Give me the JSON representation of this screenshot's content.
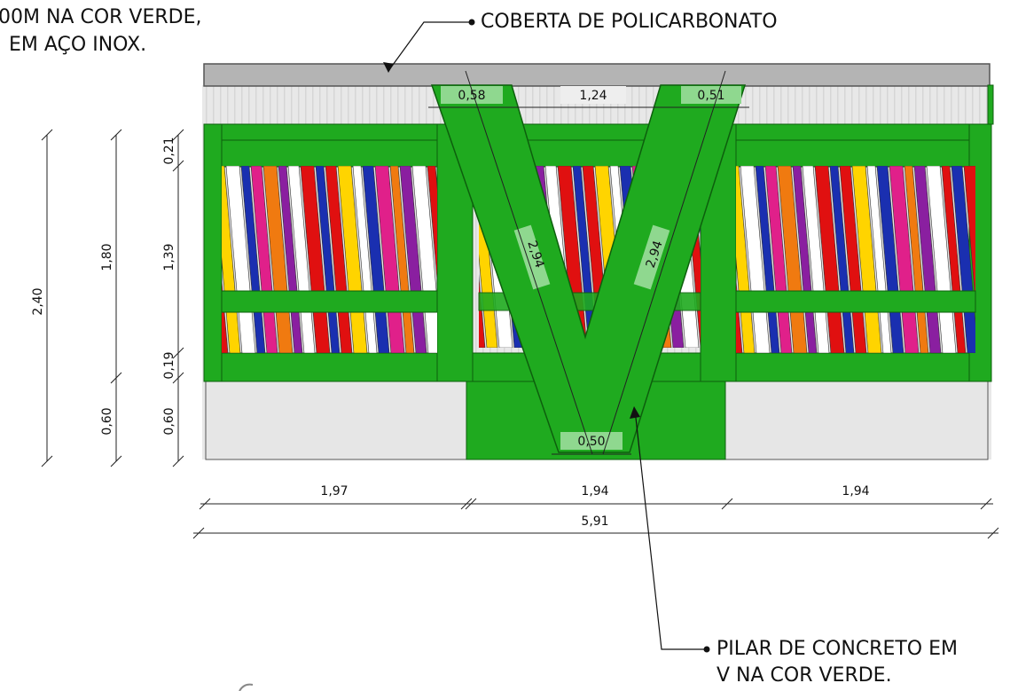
{
  "notes": {
    "top_left_line1": "00M NA COR VERDE,",
    "top_left_line2": "EM AÇO INOX.",
    "roof": "COBERTA DE POLICARBONATO",
    "pillar_line1": "PILAR DE CONCRETO EM",
    "pillar_line2": "V NA COR VERDE."
  },
  "dims": {
    "total_height": "2,40",
    "upper_height": "1,80",
    "base_height_outer": "0,60",
    "top_band": "0,21",
    "panel_height": "1,39",
    "lower_band": "0,19",
    "base_height_inner": "0,60",
    "v_left_top": "0,58",
    "v_gap_top": "1,24",
    "v_right_top": "0,51",
    "v_arm_left": "2,94",
    "v_arm_right": "2,94",
    "v_bottom": "0,50",
    "bay_1": "1,97",
    "bay_2": "1,94",
    "bay_3": "1,94",
    "total_width": "5,91"
  },
  "colors": {
    "green": "#1faa1f",
    "green_dark": "#178a17",
    "roof_gray": "#b4b4b4",
    "label_green": "#8fd88f"
  }
}
